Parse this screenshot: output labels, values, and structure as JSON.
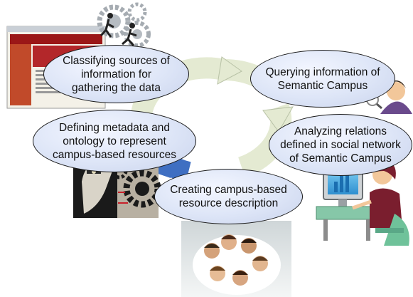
{
  "steps": [
    {
      "id": "classify",
      "label": "Classifying sources of\ninformation for\ngathering the data"
    },
    {
      "id": "query",
      "label": "Querying information of\nSemantic Campus"
    },
    {
      "id": "analyze",
      "label": "Analyzing relations\ndefined in social network\nof Semantic Campus"
    },
    {
      "id": "describe",
      "label": "Creating campus-based\nresource description"
    },
    {
      "id": "define",
      "label": "Defining metadata and\nontology to represent\ncampus-based resources"
    }
  ],
  "illustrations": [
    {
      "name": "website-screenshot-image"
    },
    {
      "name": "gears-with-running-figures-image"
    },
    {
      "name": "person-with-magnifier-image"
    },
    {
      "name": "woman-at-computer-image"
    },
    {
      "name": "robot-head-gears-image"
    },
    {
      "name": "group-huddle-photo"
    }
  ],
  "colors": {
    "cycle_arrow_light": "#e4ead2",
    "cycle_arrow_blue": "#3f6fc2",
    "bubble_fill": "#dde5f7",
    "bubble_border": "#1a1a1a"
  }
}
